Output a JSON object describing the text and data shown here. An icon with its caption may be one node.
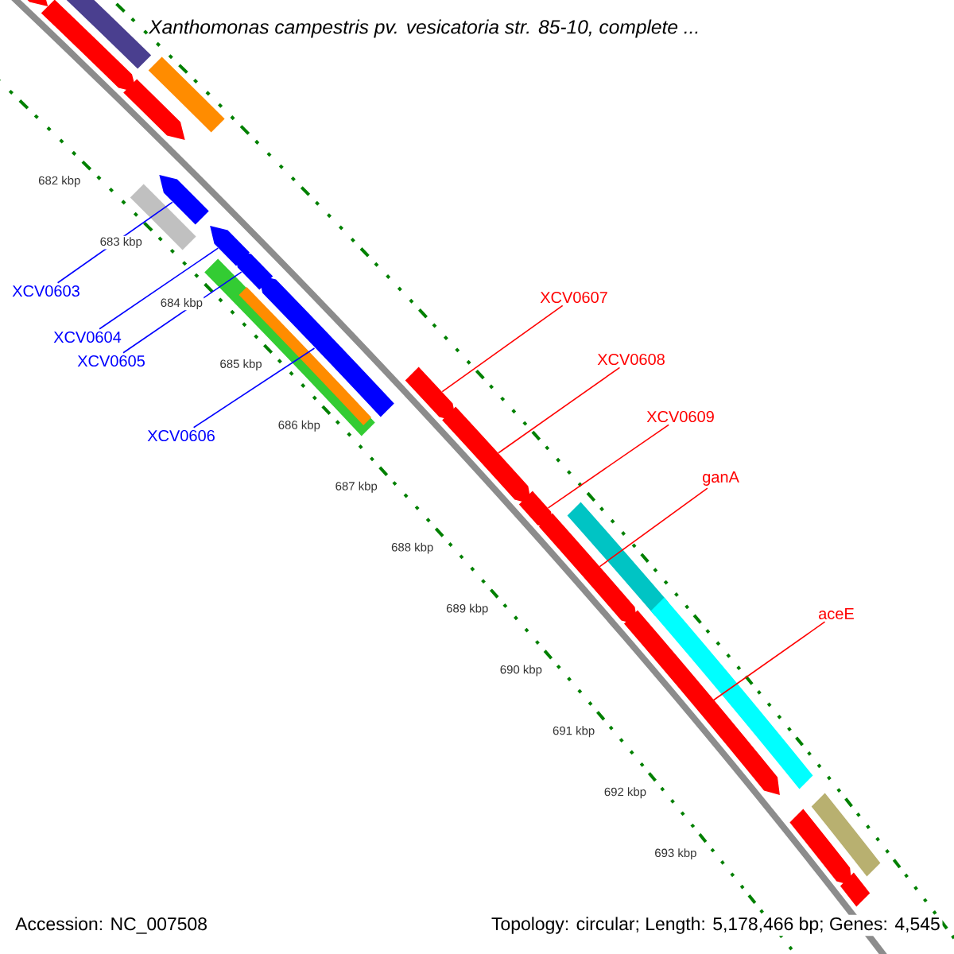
{
  "diagram": {
    "title": "Xanthomonas campestris pv. vesicatoria str. 85-10, complete ...",
    "nodes": [
      {
        "text": [
          "XCV0603"
        ]
      },
      {
        "text": [
          "XCV0604"
        ]
      },
      {
        "text": [
          "XCV0605"
        ]
      },
      {
        "text": [
          "XCV0606"
        ]
      },
      {
        "text": [
          "XCV0607"
        ]
      },
      {
        "text": [
          "XCV0608"
        ]
      },
      {
        "text": [
          "XCV0609"
        ]
      },
      {
        "text": [
          "ganA"
        ]
      },
      {
        "text": [
          "aceE"
        ]
      },
      {
        "text": [],
        "shape": "arrow"
      },
      {
        "text": [],
        "shape": "bar"
      },
      {
        "text": [],
        "shape": "arrow"
      },
      {
        "text": [],
        "shape": "bar"
      },
      {
        "text": [],
        "shape": "arrow"
      },
      {
        "text": [],
        "shape": "arrow"
      },
      {
        "text": [],
        "shape": "bar"
      },
      {
        "text": [],
        "shape": "arrow"
      },
      {
        "text": [],
        "shape": "arrow"
      },
      {
        "text": [],
        "shape": "arrow"
      },
      {
        "text": [],
        "shape": "bar"
      },
      {
        "text": [],
        "shape": "bar",
        "in": 19
      },
      {
        "text": [],
        "shape": "arrow"
      },
      {
        "text": [],
        "shape": "arrow"
      },
      {
        "text": [],
        "shape": "arrow"
      },
      {
        "text": [],
        "shape": "arrow"
      },
      {
        "text": [],
        "shape": "bar"
      },
      {
        "text": [],
        "shape": "bar"
      },
      {
        "text": [],
        "shape": "arrow"
      },
      {
        "text": [],
        "shape": "bar"
      },
      {
        "text": [],
        "shape": "arrow"
      },
      {
        "text": [],
        "shape": "bar"
      }
    ],
    "edges": [
      {
        "from": 0,
        "to": 14,
        "arrow": "none",
        "color": "#0000ff"
      },
      {
        "from": 1,
        "to": 16,
        "arrow": "none",
        "color": "#0000ff"
      },
      {
        "from": 2,
        "to": 17,
        "arrow": "none",
        "color": "#0000ff"
      },
      {
        "from": 3,
        "to": 18,
        "arrow": "none",
        "color": "#0000ff"
      },
      {
        "from": 4,
        "to": 21,
        "arrow": "none"
      },
      {
        "from": 5,
        "to": 22,
        "arrow": "none"
      },
      {
        "from": 6,
        "to": 23,
        "arrow": "none"
      },
      {
        "from": 7,
        "to": 24,
        "arrow": "none"
      },
      {
        "from": 8,
        "to": 27,
        "arrow": "none"
      }
    ],
    "labels": [
      "682 kbp",
      "683 kbp",
      "684 kbp",
      "685 kbp",
      "686 kbp",
      "687 kbp",
      "688 kbp",
      "689 kbp",
      "690 kbp",
      "691 kbp",
      "692 kbp",
      "693 kbp",
      "Accession: NC_007508",
      "Topology: circular; Length: 5,178,466 bp; Genes: 4,545"
    ]
  }
}
